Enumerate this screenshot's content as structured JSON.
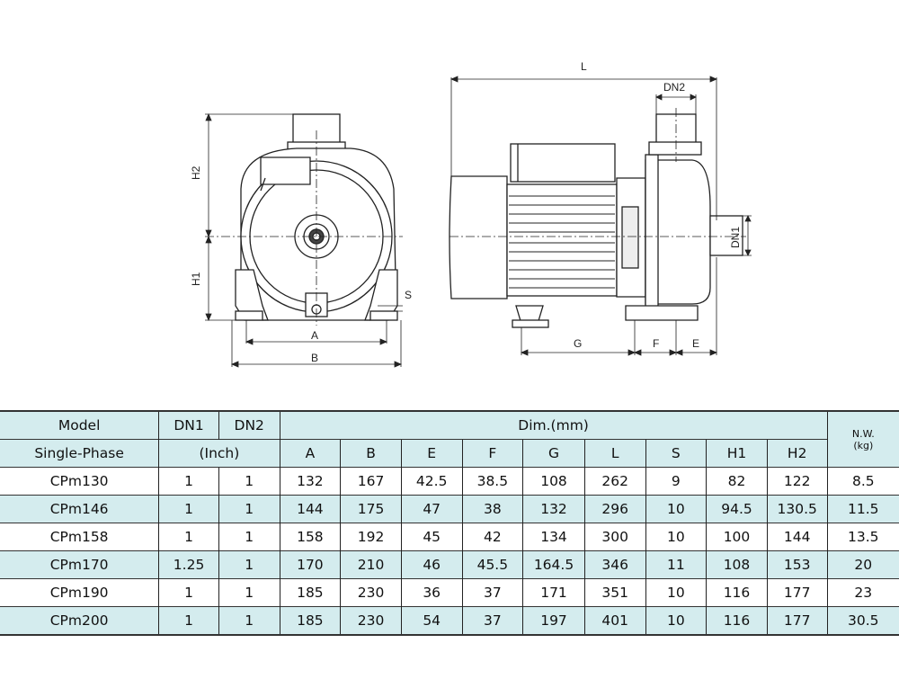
{
  "drawing": {
    "front_labels": {
      "h2": "H2",
      "h1": "H1",
      "s": "S",
      "a": "A",
      "b": "B"
    },
    "side_labels": {
      "l": "L",
      "dn2": "DN2",
      "dn1": "DN1",
      "g": "G",
      "f": "F",
      "e": "E"
    }
  },
  "table": {
    "headers": {
      "model": "Model",
      "dn1": "DN1",
      "dn2": "DN2",
      "dim": "Dim.(mm)",
      "nw": "N.W.",
      "nw_unit": "(kg)",
      "single_phase": "Single-Phase",
      "inch": "(Inch)",
      "cols": [
        "A",
        "B",
        "E",
        "F",
        "G",
        "L",
        "S",
        "H1",
        "H2"
      ]
    },
    "rows": [
      {
        "model": "CPm130",
        "dn1": "1",
        "dn2": "1",
        "a": "132",
        "b": "167",
        "e": "42.5",
        "f": "38.5",
        "g": "108",
        "l": "262",
        "s": "9",
        "h1": "82",
        "h2": "122",
        "nw": "8.5"
      },
      {
        "model": "CPm146",
        "dn1": "1",
        "dn2": "1",
        "a": "144",
        "b": "175",
        "e": "47",
        "f": "38",
        "g": "132",
        "l": "296",
        "s": "10",
        "h1": "94.5",
        "h2": "130.5",
        "nw": "11.5"
      },
      {
        "model": "CPm158",
        "dn1": "1",
        "dn2": "1",
        "a": "158",
        "b": "192",
        "e": "45",
        "f": "42",
        "g": "134",
        "l": "300",
        "s": "10",
        "h1": "100",
        "h2": "144",
        "nw": "13.5"
      },
      {
        "model": "CPm170",
        "dn1": "1.25",
        "dn2": "1",
        "a": "170",
        "b": "210",
        "e": "46",
        "f": "45.5",
        "g": "164.5",
        "l": "346",
        "s": "11",
        "h1": "108",
        "h2": "153",
        "nw": "20"
      },
      {
        "model": "CPm190",
        "dn1": "1",
        "dn2": "1",
        "a": "185",
        "b": "230",
        "e": "36",
        "f": "37",
        "g": "171",
        "l": "351",
        "s": "10",
        "h1": "116",
        "h2": "177",
        "nw": "23"
      },
      {
        "model": "CPm200",
        "dn1": "1",
        "dn2": "1",
        "a": "185",
        "b": "230",
        "e": "54",
        "f": "37",
        "g": "197",
        "l": "401",
        "s": "10",
        "h1": "116",
        "h2": "177",
        "nw": "30.5"
      }
    ],
    "accent_color": "#d4ecee"
  }
}
